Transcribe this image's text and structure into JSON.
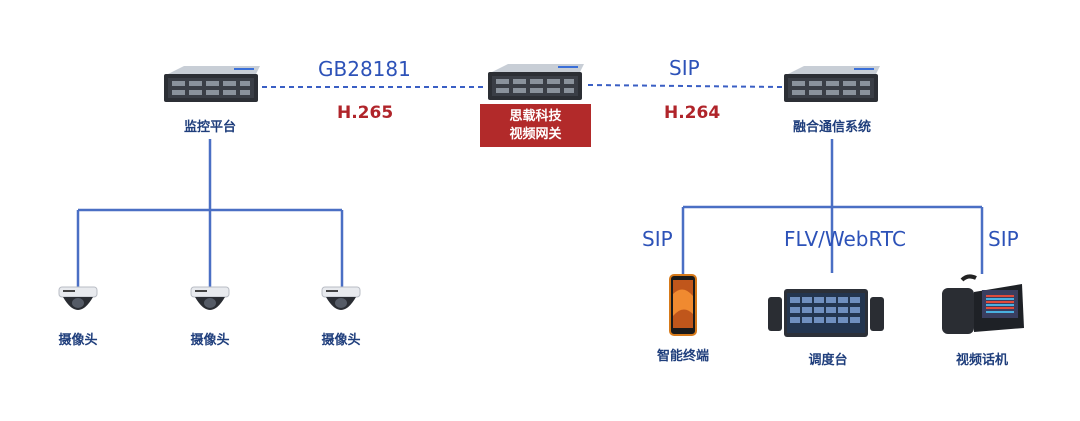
{
  "protocols": {
    "gb28181": "GB28181",
    "sip_top": "SIP",
    "sip_left": "SIP",
    "flv_webrtc": "FLV/WebRTC",
    "sip_right": "SIP"
  },
  "codecs": {
    "h265": "H.265",
    "h264": "H.264"
  },
  "nodes": {
    "monitor_platform": "监控平台",
    "gateway_line1": "思载科技",
    "gateway_line2": "视频网关",
    "fusion_comm": "融合通信系统",
    "camera1": "摄像头",
    "camera2": "摄像头",
    "camera3": "摄像头",
    "smart_terminal": "智能终端",
    "dispatch_console": "调度台",
    "video_phone": "视频话机"
  },
  "colors": {
    "line": "#4a6fc4",
    "dashed": "#3a5fc4",
    "label": "#1f3e7c",
    "codec": "#b0242a",
    "gateway_bg": "#b22a2a"
  }
}
